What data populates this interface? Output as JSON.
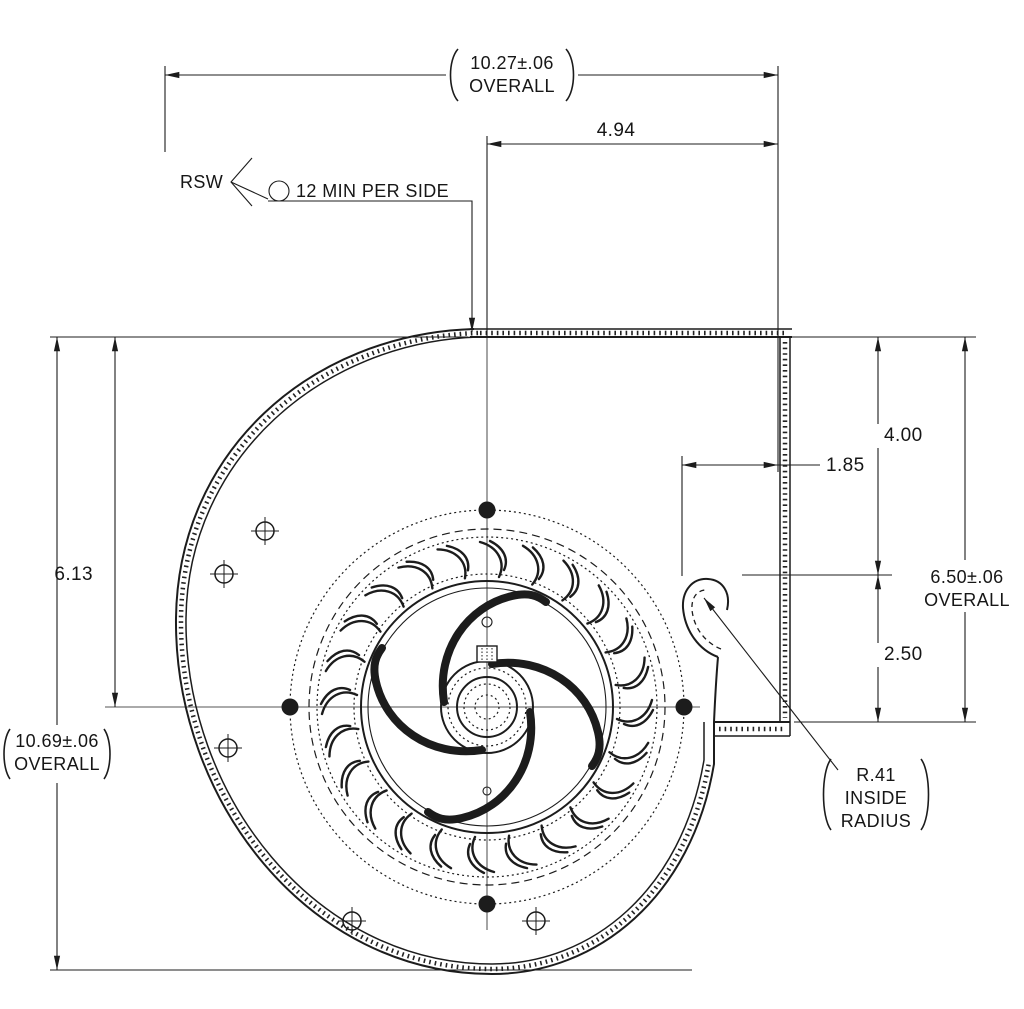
{
  "drawing": {
    "dimensions": {
      "overall_width": "10.27±.06",
      "overall_width_label": "OVERALL",
      "center_to_right": "4.94",
      "top_to_center": "6.13",
      "overall_height": "10.69±.06",
      "overall_height_label": "OVERALL",
      "outlet_to_top": "4.00",
      "cutoff_to_side": "1.85",
      "outlet_overall": "6.50±.06",
      "outlet_overall_label": "OVERALL",
      "outlet_depth": "2.50"
    },
    "weld_note": {
      "process": "RSW",
      "spec": "12 MIN PER SIDE"
    },
    "radius_note": {
      "line1": "R.41",
      "line2": "INSIDE",
      "line3": "RADIUS"
    }
  }
}
